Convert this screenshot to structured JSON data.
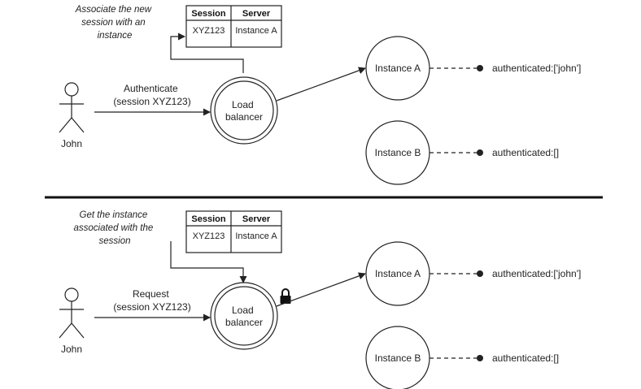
{
  "colors": {
    "ink": "#222222",
    "background": "#ffffff"
  },
  "panels": [
    {
      "note_lines": [
        "Associate the new",
        "session with an",
        "instance"
      ],
      "table": {
        "headers": [
          "Session",
          "Server"
        ],
        "row": [
          "XYZ123",
          "Instance A"
        ]
      },
      "user": {
        "label": "John",
        "icon": "person-icon"
      },
      "request_lines": [
        "Authenticate",
        "(session XYZ123)"
      ],
      "load_balancer_lines": [
        "Load",
        "balancer"
      ],
      "instances": [
        {
          "label": "Instance A",
          "state": "authenticated:['john']"
        },
        {
          "label": "Instance B",
          "state": "authenticated:[]"
        }
      ],
      "lock": false
    },
    {
      "note_lines": [
        "Get the instance",
        "associated with the",
        "session"
      ],
      "table": {
        "headers": [
          "Session",
          "Server"
        ],
        "row": [
          "XYZ123",
          "Instance A"
        ]
      },
      "user": {
        "label": "John",
        "icon": "person-icon"
      },
      "request_lines": [
        "Request",
        "(session XYZ123)"
      ],
      "load_balancer_lines": [
        "Load",
        "balancer"
      ],
      "instances": [
        {
          "label": "Instance A",
          "state": "authenticated:['john']"
        },
        {
          "label": "Instance B",
          "state": "authenticated:[]"
        }
      ],
      "lock": true,
      "lock_icon": "lock-icon"
    }
  ]
}
